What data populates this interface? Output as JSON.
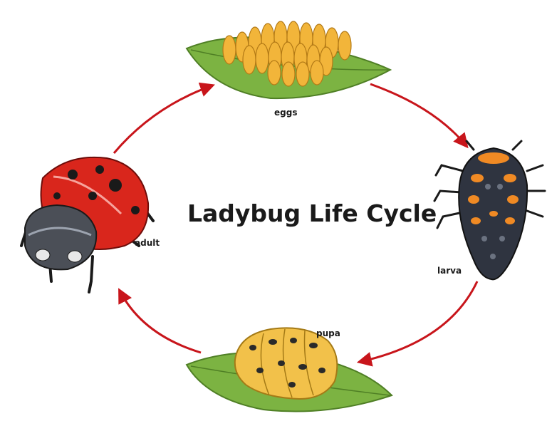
{
  "title": "Ladybug Life Cycle",
  "stages": {
    "eggs": "eggs",
    "larva": "larva",
    "pupa": "pupa",
    "adult": "adult"
  },
  "colors": {
    "arrow": "#c8151b",
    "leaf": "#7cb342",
    "egg": "#f2b53a",
    "ladybug_red": "#d9261c",
    "larva_orange": "#f08a24",
    "pupa_yellow": "#f2c14a"
  }
}
